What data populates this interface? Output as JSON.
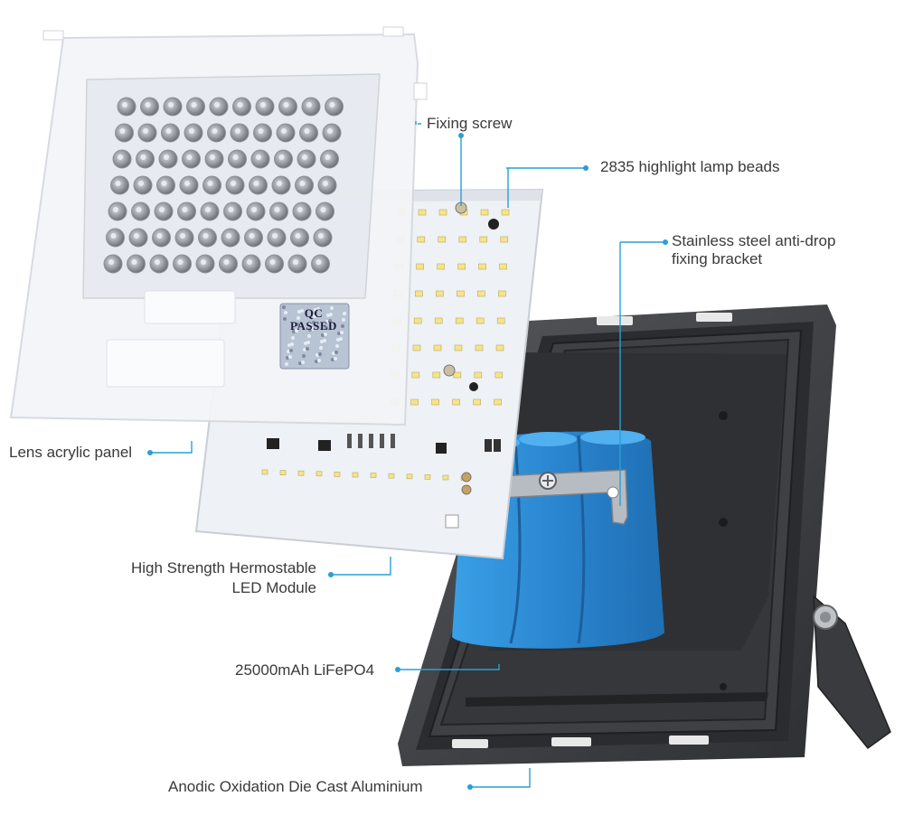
{
  "colors": {
    "leader_line": "#2a9fd6",
    "label_text": "#3a3a3a",
    "battery_blue": "#2e8fd6",
    "housing_dark": "#3b3c3f",
    "pcb_white": "#f1f4f8",
    "lens_white": "#f4f6f9"
  },
  "labels": {
    "fixing_screw": "Fixing screw",
    "lamp_beads": "2835 highlight lamp beads",
    "bracket_line1": "Stainless steel anti-drop",
    "bracket_line2": "fixing bracket",
    "lens": "Lens acrylic panel",
    "module_line1": "High Strength Hermostable",
    "module_line2": "LED Module",
    "battery": "25000mAh LiFePO4",
    "housing": "Anodic Oxidation Die Cast Aluminium"
  },
  "stamp": {
    "line1": "QC",
    "line2": "PASSED"
  }
}
